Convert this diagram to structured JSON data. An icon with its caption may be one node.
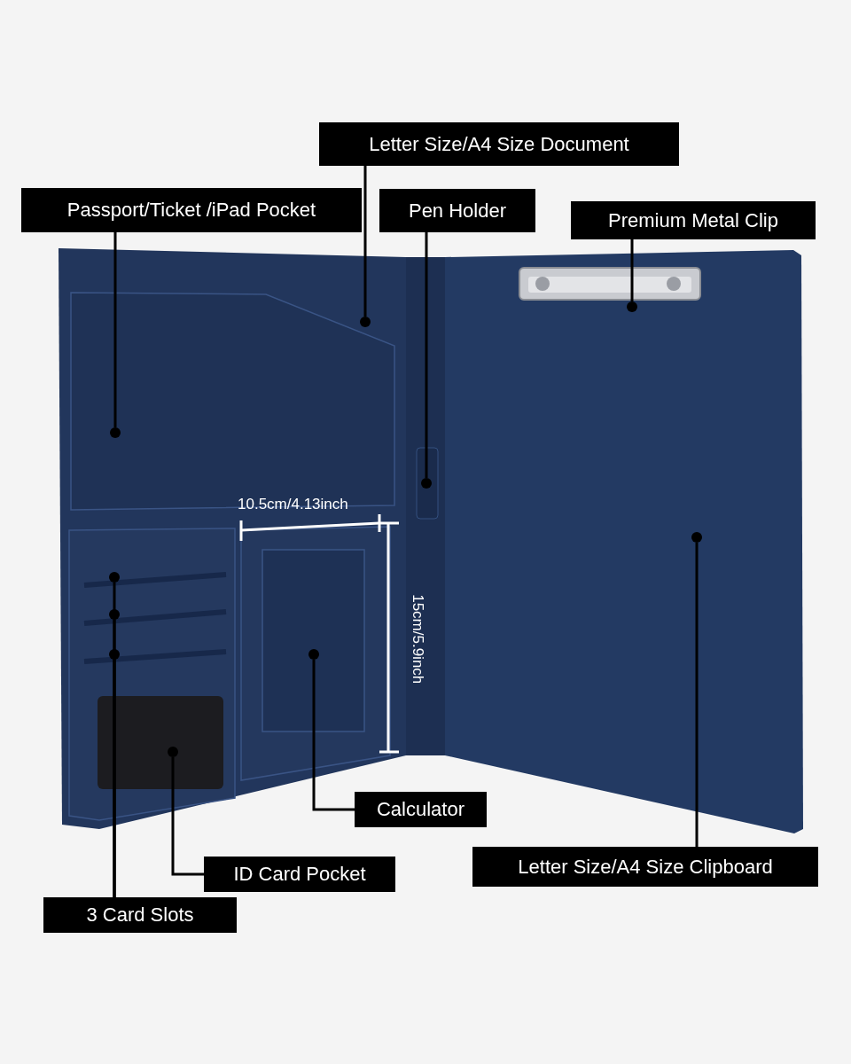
{
  "diagram": {
    "nodes": [
      {
        "text": [
          "Letter Size/A4 Size Document"
        ]
      },
      {
        "text": [
          "Passport/Ticket /iPad Pocket"
        ]
      },
      {
        "text": [
          "Pen Holder"
        ]
      },
      {
        "text": [
          "Premium Metal Clip"
        ]
      },
      {
        "text": [
          "Letter Size/A4 Size Clipboard"
        ]
      },
      {
        "text": [
          "Calculator"
        ]
      },
      {
        "text": [
          "ID Card Pocket"
        ]
      },
      {
        "text": [
          "3 Card Slots"
        ]
      },
      {
        "text": [],
        "shape": "circle"
      },
      {
        "text": [],
        "shape": "circle"
      },
      {
        "text": [],
        "shape": "circle"
      },
      {
        "text": [],
        "shape": "circle"
      },
      {
        "text": [],
        "shape": "circle"
      },
      {
        "text": [],
        "shape": "circle"
      },
      {
        "text": [],
        "shape": "circle"
      },
      {
        "text": [],
        "shape": "circle"
      },
      {
        "text": [],
        "shape": "circle"
      },
      {
        "text": [],
        "shape": "circle"
      }
    ],
    "edges": [
      {
        "from": 0,
        "to": 8,
        "arrow": "none"
      },
      {
        "from": 1,
        "to": 9,
        "arrow": "none"
      },
      {
        "from": 2,
        "to": 10,
        "arrow": "none"
      },
      {
        "from": 3,
        "to": 11,
        "arrow": "none"
      },
      {
        "from": 4,
        "to": 12,
        "arrow": "none"
      },
      {
        "from": 5,
        "to": 13,
        "arrow": "none"
      },
      {
        "from": 6,
        "to": 14,
        "arrow": "none"
      },
      {
        "from": 7,
        "to": 15,
        "arrow": "none"
      },
      {
        "from": 7,
        "to": 16,
        "arrow": "none"
      },
      {
        "from": 7,
        "to": 17,
        "arrow": "none"
      }
    ],
    "labels": [
      "10.5cm/4.13inch",
      "15cm/5.9inch"
    ]
  }
}
